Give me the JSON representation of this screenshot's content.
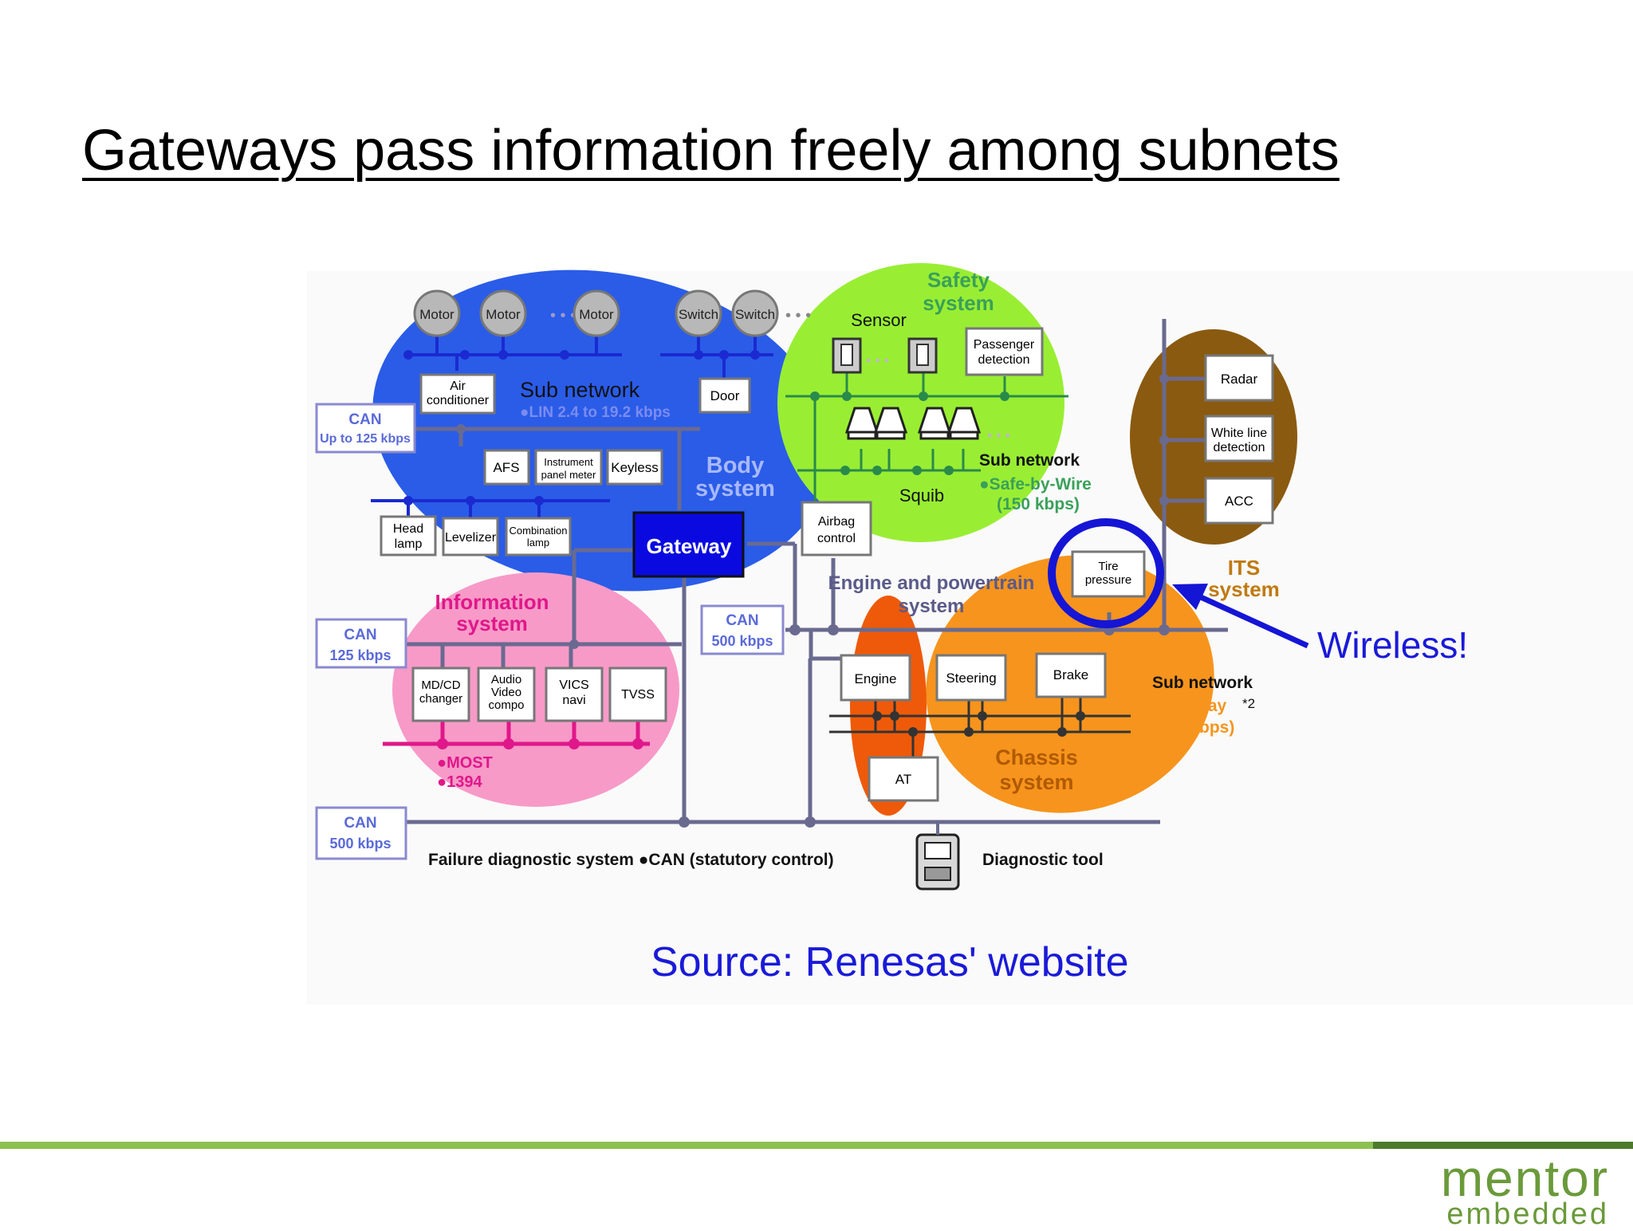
{
  "slide": {
    "title": "Gateways pass information freely among subnets",
    "annotation": "Wireless!",
    "source": "Source: Renesas' website"
  },
  "colors": {
    "body_blob": "#2a5ce8",
    "safety_blob": "#99ee33",
    "its_blob": "#8a5a10",
    "info_blob": "#f79ac8",
    "chassis_blob": "#f7941d",
    "engine_blob": "#ee5a0a",
    "bus": "#6a6a90",
    "highlight": "#1515d5",
    "accent_green": "#8cc151"
  },
  "diagram": {
    "motors": [
      "Motor",
      "Motor",
      "Motor"
    ],
    "switches": [
      "Switch",
      "Switch"
    ],
    "ellipsis": "• • •",
    "body": {
      "subnet_title": "Sub network",
      "subnet_bus": "●LIN 2.4 to 19.2 kbps",
      "name_line1": "Body",
      "name_line2": "system",
      "air_conditioner": [
        "Air",
        "conditioner"
      ],
      "door": "Door",
      "afs": "AFS",
      "instrument": [
        "Instrument",
        "panel meter"
      ],
      "keyless": "Keyless",
      "head_lamp": [
        "Head",
        "lamp"
      ],
      "levelizer": "Levelizer",
      "combination_lamp": [
        "Combination",
        "lamp"
      ]
    },
    "gateway": "Gateway",
    "can_boxes": [
      {
        "l1": "CAN",
        "l2": "Up to 125 kbps"
      },
      {
        "l1": "CAN",
        "l2": "125 kbps"
      },
      {
        "l1": "CAN",
        "l2": "500 kbps"
      },
      {
        "l1": "CAN",
        "l2": "500 kbps"
      }
    ],
    "safety": {
      "name_line1": "Safety",
      "name_line2": "system",
      "sensor": "Sensor",
      "passenger": [
        "Passenger",
        "detection"
      ],
      "squib": "Squib",
      "subnet_title": "Sub network",
      "bus_line1": "●Safe-by-Wire",
      "bus_line2": "(150 kbps)",
      "airbag": [
        "Airbag",
        "control"
      ]
    },
    "its": {
      "radar": "Radar",
      "white_line": [
        "White line",
        "detection"
      ],
      "acc": "ACC",
      "name_line1": "ITS",
      "name_line2": "system",
      "tire_pressure": [
        "Tire",
        "pressure"
      ]
    },
    "info": {
      "name_line1": "Information",
      "name_line2": "system",
      "mdcd": [
        "MD/CD",
        "changer"
      ],
      "audio": [
        "Audio",
        "Video",
        "compo"
      ],
      "vics": [
        "VICS",
        "navi"
      ],
      "tvss": "TVSS",
      "bus1": "●MOST",
      "bus2": "●1394"
    },
    "powertrain": {
      "name_line1": "Engine and powertrain",
      "name_line2": "system",
      "engine": "Engine",
      "steering": "Steering",
      "brake": "Brake",
      "at": "AT"
    },
    "chassis": {
      "name_line1": "Chassis",
      "name_line2": "system",
      "subnet_title": "Sub network",
      "flexray": "●FlexRay",
      "flexray_note": "*2",
      "flexray_speed": "(5 Mbps)"
    },
    "diagnostic": {
      "failure": "Failure diagnostic system ●CAN (statutory control)",
      "tool": "Diagnostic tool"
    }
  },
  "logo": {
    "line1": "mentor",
    "line2": "embedded"
  }
}
